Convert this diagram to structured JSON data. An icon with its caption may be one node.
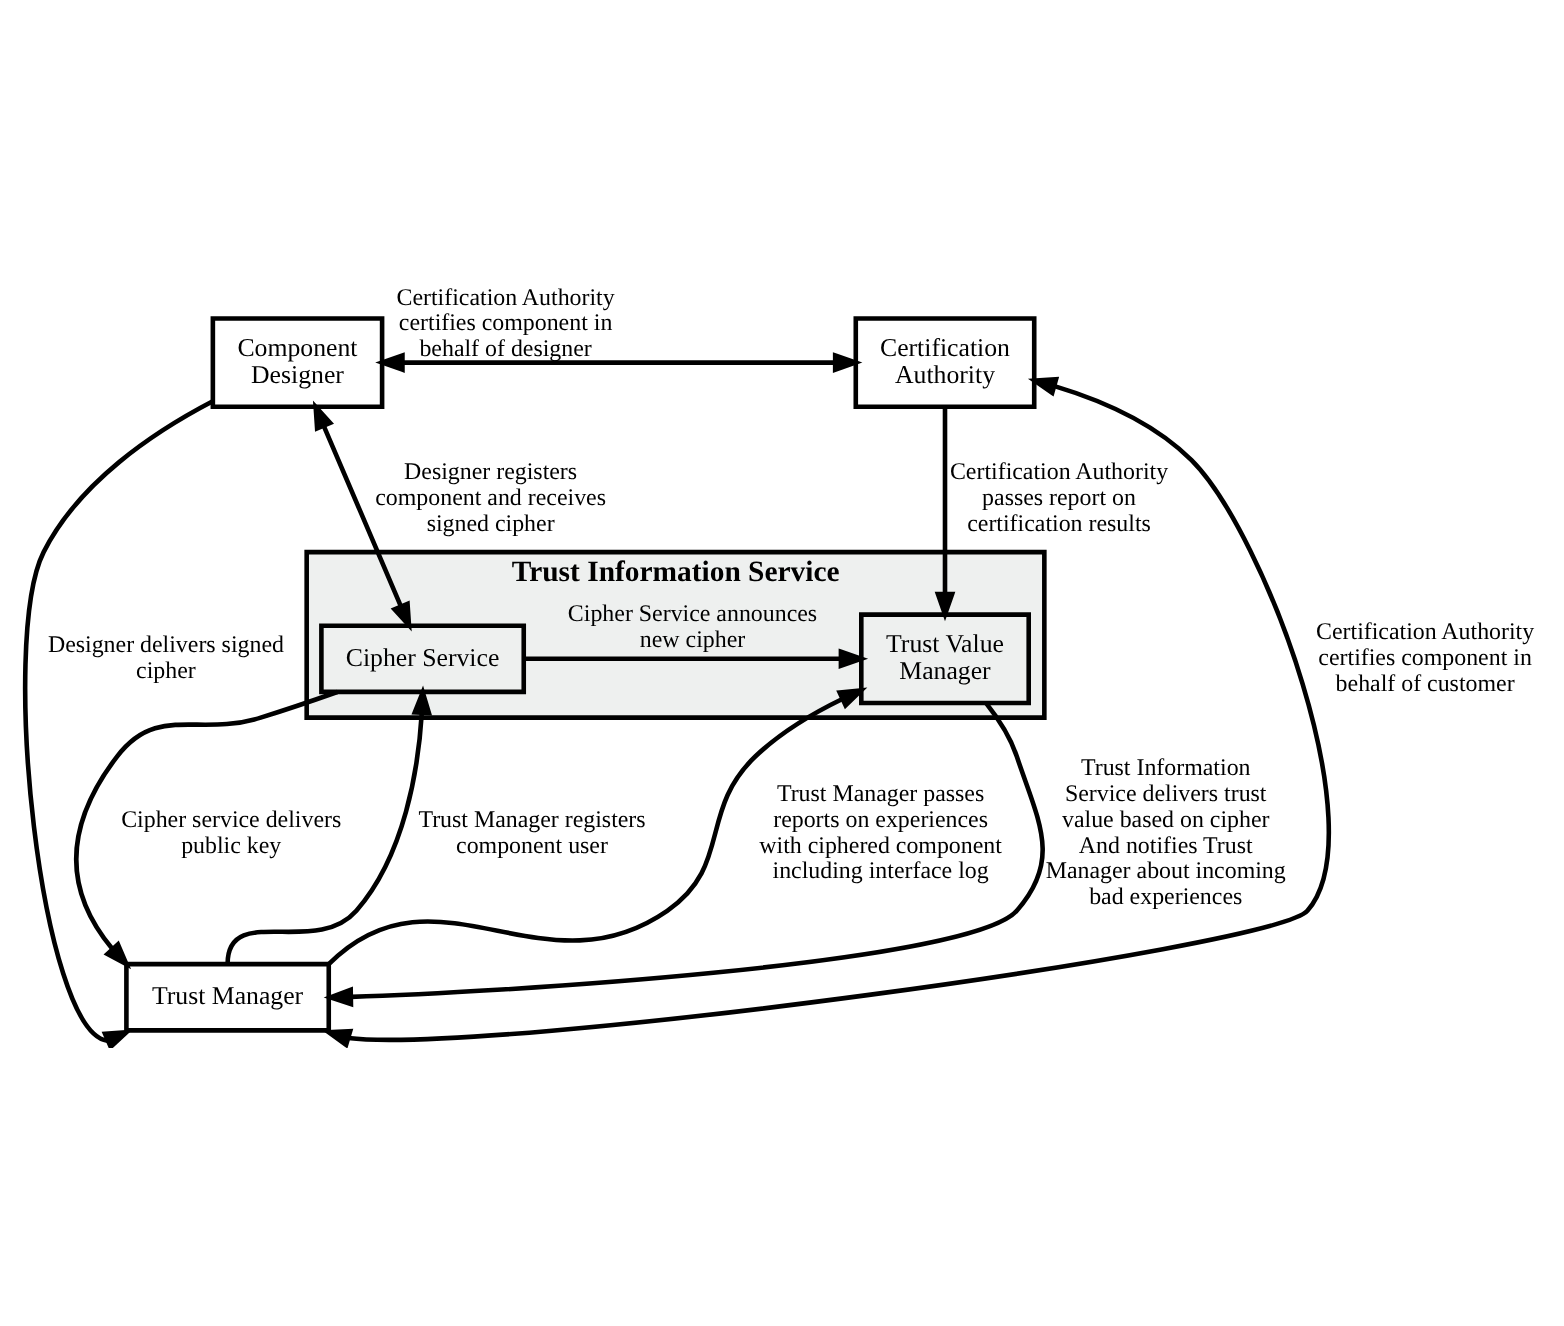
{
  "diagram": {
    "nodes": [
      {
        "text": [
          "Component Designer"
        ]
      },
      {
        "text": [
          "Certification Authority"
        ]
      },
      {
        "text": [
          "Trust Information Service"
        ]
      },
      {
        "text": [
          "Cipher Service"
        ],
        "in": 2
      },
      {
        "text": [
          "Trust Value Manager"
        ],
        "in": 2
      },
      {
        "text": [
          "Trust Manager"
        ]
      }
    ],
    "edges": [
      {
        "from": 0,
        "to": 1,
        "arrow": "both",
        "label": "Certification Authority certifies component in behalf of designer"
      },
      {
        "from": 0,
        "to": 3,
        "arrow": "both",
        "label": "Designer registers component and receives signed cipher"
      },
      {
        "from": 1,
        "to": 4,
        "arrow": "to",
        "label": "Certification Authority passes report on certification results"
      },
      {
        "from": 3,
        "to": 4,
        "arrow": "to",
        "label": "Cipher Service announces new cipher"
      },
      {
        "from": 0,
        "to": 5,
        "arrow": "to",
        "label": "Designer delivers signed cipher"
      },
      {
        "from": 3,
        "to": 5,
        "arrow": "to",
        "label": "Cipher service delivers public key"
      },
      {
        "from": 5,
        "to": 3,
        "arrow": "to",
        "label": "Trust Manager registers component user"
      },
      {
        "from": 5,
        "to": 4,
        "arrow": "to",
        "label": "Trust Manager passes reports on experiences with ciphered component including interface log"
      },
      {
        "from": 4,
        "to": 5,
        "arrow": "to",
        "label": "Trust Information Service delivers trust value based on cipher And notifies Trust Manager about incoming bad experiences"
      },
      {
        "from": 5,
        "to": 1,
        "arrow": "both",
        "label": "Certification Authority certifies component in behalf of customer"
      }
    ]
  }
}
